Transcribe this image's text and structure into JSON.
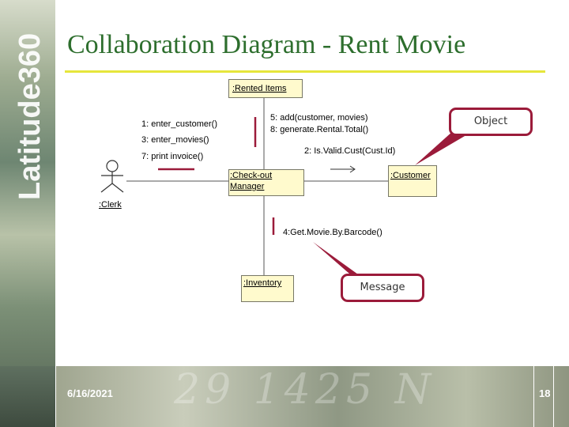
{
  "slide": {
    "title": "Collaboration Diagram - Rent Movie",
    "date": "6/16/2021",
    "page_number": "18",
    "brand": "Latitude360",
    "background_numbers": "29 1425 N"
  },
  "diagram": {
    "objects": {
      "rented_items": ":Rented Items",
      "checkout_manager_line1": ":Check-out",
      "checkout_manager_line2": "Manager",
      "customer": ":Customer",
      "inventory": ":Inventory",
      "clerk": ":Clerk"
    },
    "messages": {
      "m1": "1: enter_customer()",
      "m3": "3: enter_movies()",
      "m7": "7: print invoice()",
      "m5": "5: add(customer, movies)",
      "m8": "8: generate.Rental.Total()",
      "m2": "2: Is.Valid.Cust(Cust.Id)",
      "m4": "4:Get.Movie.By.Barcode()"
    },
    "callouts": {
      "object": "Object",
      "message": "Message"
    }
  },
  "colors": {
    "title": "#2d6e2d",
    "title_rule": "#e6e63c",
    "box_fill": "#fffacd",
    "arrow": "#9b1b3a"
  }
}
